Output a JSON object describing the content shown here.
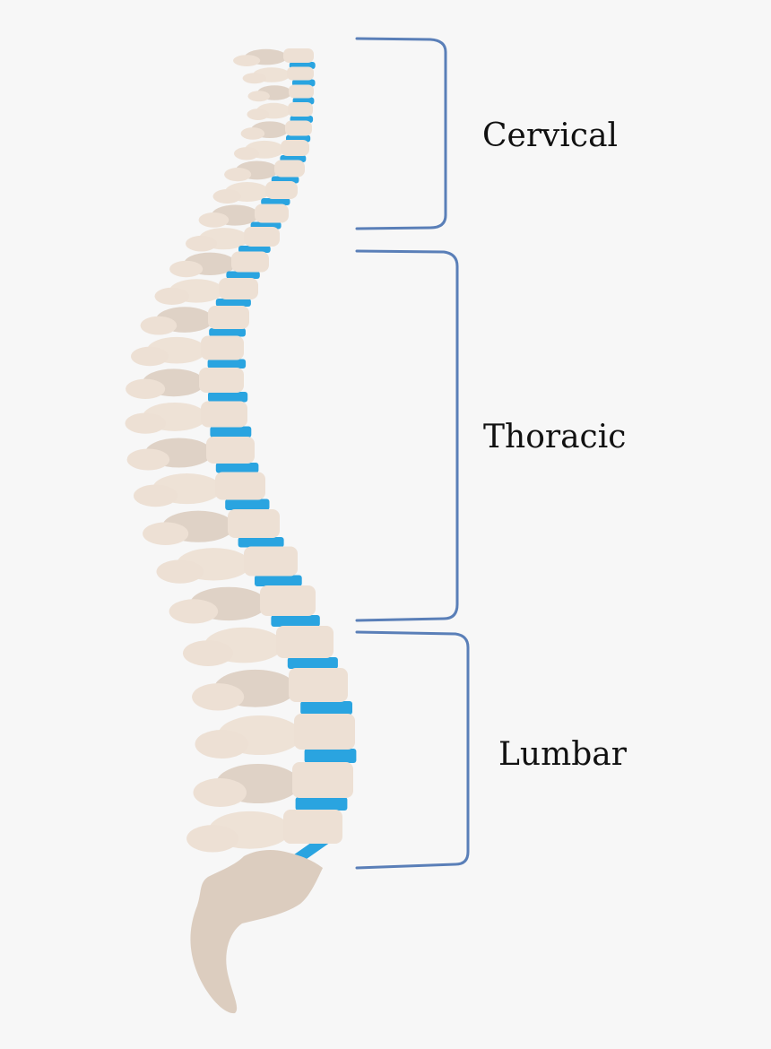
{
  "regions": [
    {
      "key": "cervical",
      "label": "Cervical"
    },
    {
      "key": "thoracic",
      "label": "Thoracic"
    },
    {
      "key": "lumbar",
      "label": "Lumbar"
    }
  ],
  "colors": {
    "background": "#f7f7f7",
    "vertebra": "#ede0d4",
    "vertebra_shadow": "#ddd0c3",
    "sacrum": "#dccdbf",
    "disc": "#2aa4e0",
    "bracket": "#5a7fb8",
    "label_text": "#111111"
  },
  "icons": {
    "spine": "spine-illustration",
    "bracket": "curly-bracket"
  }
}
